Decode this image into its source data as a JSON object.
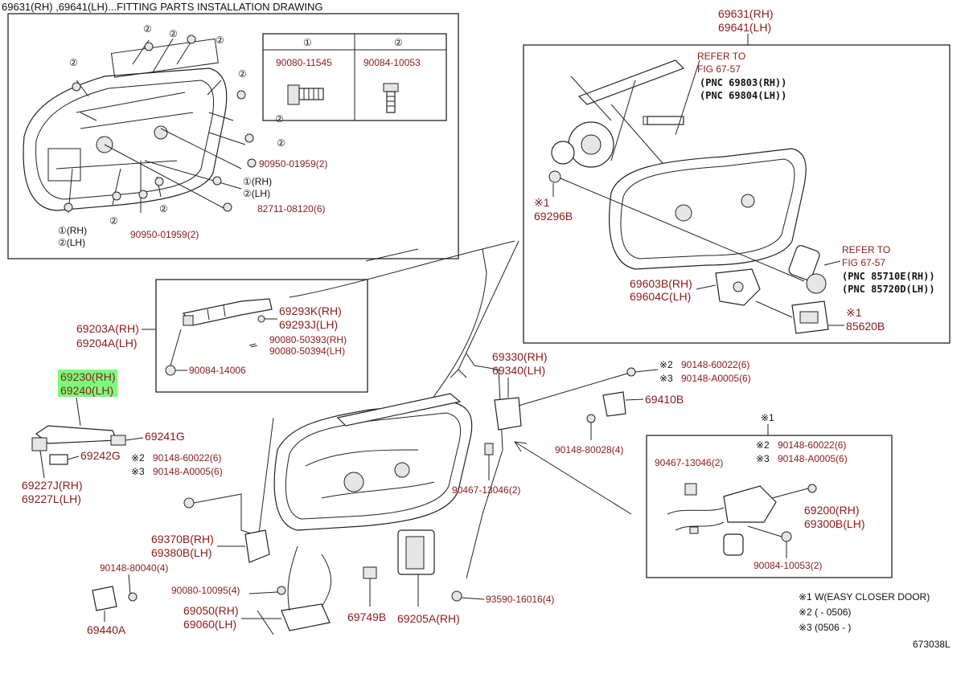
{
  "title": "69631(RH) ,69641(LH)...FITTING PARTS INSTALLATION DRAWING",
  "drawing_number": "673038L",
  "colors": {
    "part_number": "#8b1a1a",
    "highlight": "#7cfc7c",
    "line": "#222222"
  },
  "inset_fitting": {
    "table": {
      "col1_header": "①",
      "col2_header": "②",
      "col1_part": "90080-11545",
      "col2_part": "90084-10053"
    },
    "labels": {
      "a": "②",
      "b": "②",
      "c": "②",
      "d": "②",
      "e": "②",
      "f": "②",
      "g": "②",
      "h": "②",
      "i": "②",
      "clip_upper": "90950-01959(2)",
      "bolt_rh": "①(RH)",
      "bolt_lh": "②(LH)",
      "clamp": "82711-08120(6)",
      "left_rh": "①(RH)",
      "left_lh": "②(LH)",
      "clip_lower": "90950-01959(2)"
    }
  },
  "inset_regulator": {
    "top_rh": "69631(RH)",
    "top_lh": "69641(LH)",
    "refer1": "REFER TO",
    "fig1": "FIG 67-57",
    "pnc1_rh": "(PNC 69803(RH))",
    "pnc1_lh": "(PNC 69804(LH))",
    "mark1": "※1",
    "p69296b": "69296B",
    "refer2": "REFER TO",
    "fig2": "FIG 67-57",
    "pnc2_rh": "(PNC 85710E(RH))",
    "pnc2_lh": "(PNC 85720D(LH))",
    "p69603b": "69603B(RH)",
    "p69604c": "69604C(LH)",
    "mark2": "※1",
    "p85620b": "85620B"
  },
  "inset_handle": {
    "p69293k": "69293K(RH)",
    "p69293j": "69293J(LH)",
    "p90080_50393": "90080-50393(RH)",
    "p90080_50394": "90080-50394(LH)",
    "p90084_14006": "90084-14006"
  },
  "inset_closer": {
    "mark": "※1",
    "m2": "※2",
    "p1": "90148-60022(6)",
    "m3": "※3",
    "p2": "90148-A0005(6)",
    "p90467": "90467-13046(2)",
    "p69200": "69200(RH)",
    "p69300": "69300B(LH)",
    "p90084": "90084-10053(2)"
  },
  "main": {
    "p69203a": "69203A(RH)",
    "p69204a": "69204A(LH)",
    "p69230": "69230(RH)",
    "p69240": "69240(LH)",
    "p69241g": "69241G",
    "p69242g": "69242G",
    "p69227j": "69227J(RH)",
    "p69227l": "69227L(LH)",
    "m2a": "※2",
    "p90148_60022_a": "90148-60022(6)",
    "m3a": "※3",
    "p90148_a0005_a": "90148-A0005(6)",
    "p69370b": "69370B(RH)",
    "p69380b": "69380B(LH)",
    "p90148_80040": "90148-80040(4)",
    "p69440a": "69440A",
    "p90080_10095": "90080-10095(4)",
    "p69050": "69050(RH)",
    "p69060": "69060(LH)",
    "p69749b": "69749B",
    "p69205a": "69205A(RH)",
    "p93590": "93590-16016(4)",
    "p90467_main": "90467-13046(2)",
    "p69330": "69330(RH)",
    "p69340": "69340(LH)",
    "m2b": "※2",
    "p90148_60022_b": "90148-60022(6)",
    "m3b": "※3",
    "p90148_a0005_b": "90148-A0005(6)",
    "p69410b": "69410B",
    "p90148_80028": "90148-80028(4)"
  },
  "legend": {
    "l1": "※1 W(EASY CLOSER DOOR)",
    "l2": "※2 (      - 0506)",
    "l3": "※3 (0506 -      )"
  }
}
